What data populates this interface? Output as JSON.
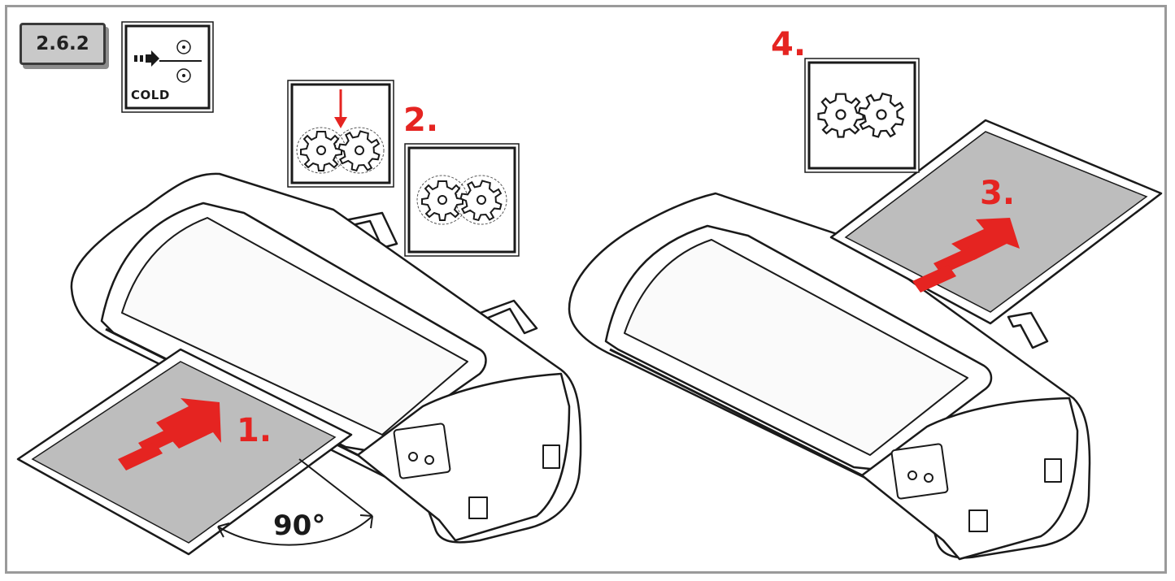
{
  "section": {
    "label": "2.6.2"
  },
  "mode_icon": {
    "label": "COLD"
  },
  "steps": {
    "one": "1.",
    "two": "2.",
    "three": "3.",
    "four": "4."
  },
  "angle_label": "90°",
  "colors": {
    "accent": "#e52421",
    "paper": "#bdbdbd",
    "outline": "#1a1a1a",
    "badge": "#c9c9c9",
    "frame": "#9a9a9a"
  },
  "icons": [
    "cold-mode-icon",
    "gears-press-icon",
    "gears-rotate-icon",
    "gears-run-icon",
    "feed-arrow-icon"
  ]
}
